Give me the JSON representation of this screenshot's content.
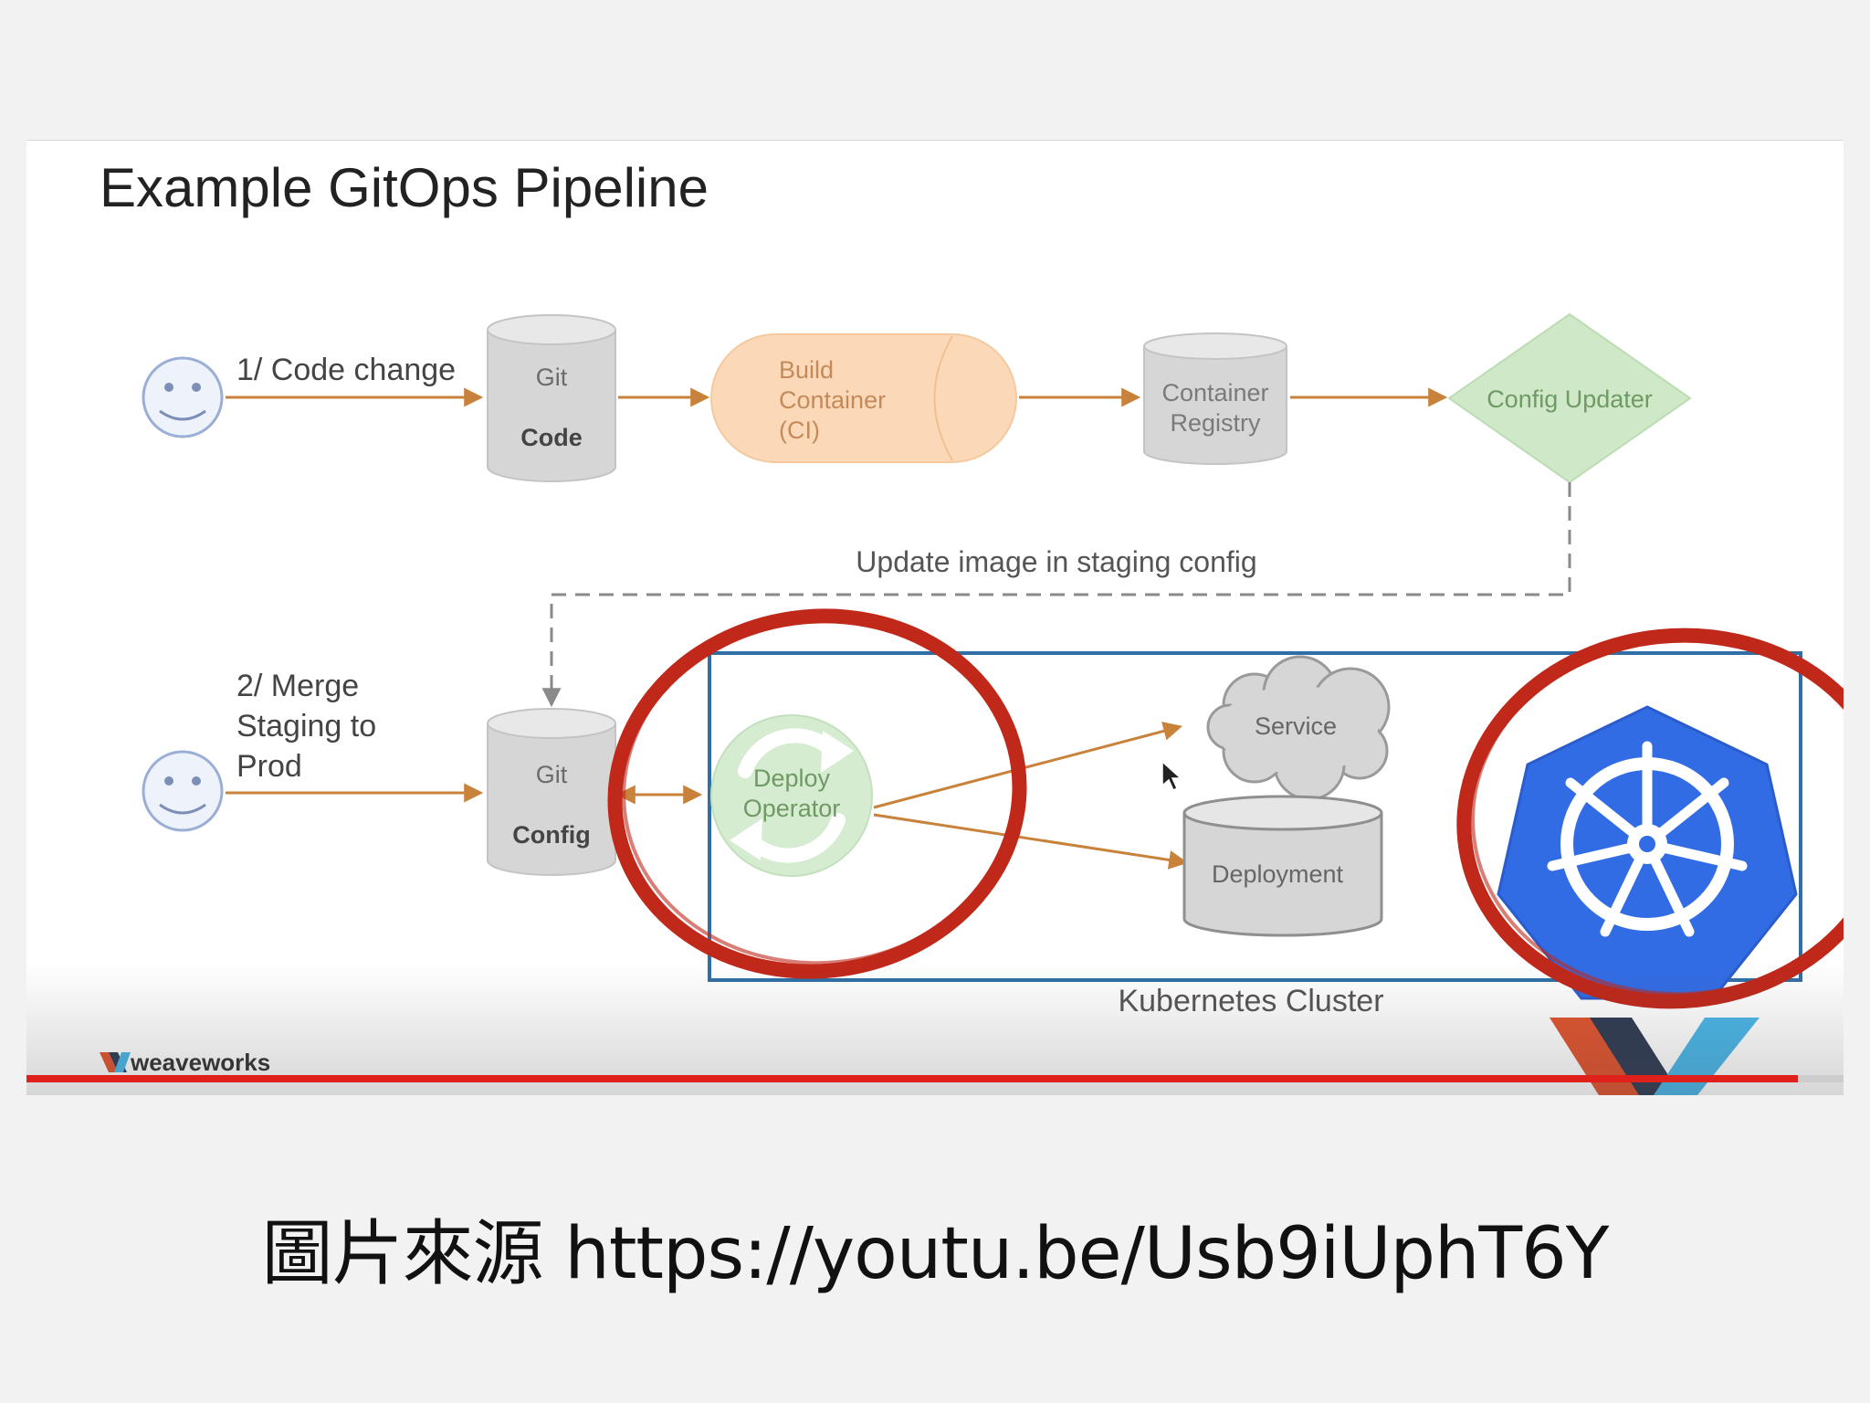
{
  "slide": {
    "title": "Example GitOps Pipeline",
    "nodes": {
      "code_change_label": "1/ Code change",
      "git_code_top": "Git",
      "git_code_bottom": "Code",
      "build_line1": "Build",
      "build_line2": "Container",
      "build_line3": "(CI)",
      "registry_line1": "Container",
      "registry_line2": "Registry",
      "config_updater": "Config Updater",
      "update_image_label": "Update image in staging config",
      "merge_line1": "2/ Merge",
      "merge_line2": "Staging to",
      "merge_line3": "Prod",
      "git_config_top": "Git",
      "git_config_bottom": "Config",
      "deploy_line1": "Deploy",
      "deploy_line2": "Operator",
      "service": "Service",
      "deployment": "Deployment",
      "cluster_label": "Kubernetes Cluster"
    },
    "brand": "weaveworks",
    "video_progress": 0.975
  },
  "caption": "圖片來源 https://youtu.be/Usb9iUphT6Y",
  "colors": {
    "arrow": "#c8823a",
    "annotation_red": "#c0281a",
    "kubernetes_blue": "#326ce5",
    "cluster_border": "#2f6fa6",
    "build_fill": "#fbd9b8",
    "updater_fill": "#cfe8c8",
    "cylinder_fill": "#d6d6d6",
    "progress_red": "#e0201b"
  }
}
